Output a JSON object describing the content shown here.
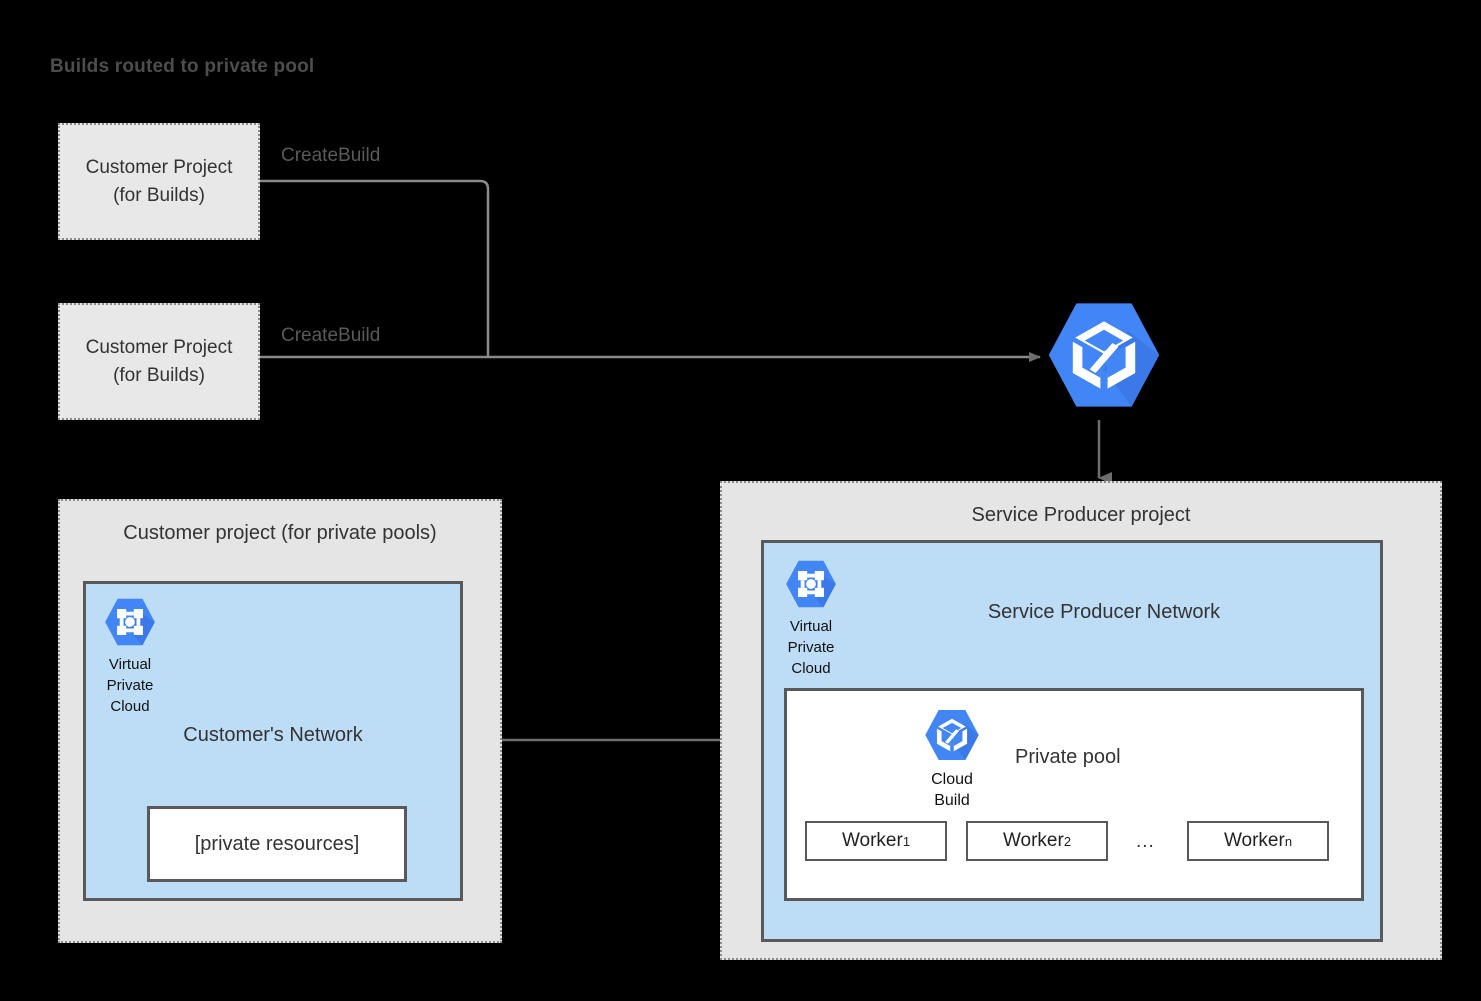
{
  "title": "Builds routed to private pool",
  "colors": {
    "background": "#000000",
    "panel_fill": "#e5e5e5",
    "box_fill": "#e8e8e8",
    "network_fill": "#bdddf7",
    "border_dark": "#595959",
    "border_dotted": "#8c8c8c",
    "google_blue": "#4285f4",
    "google_blue_dark": "#3367d6",
    "connector": "#808080",
    "text": "#333333",
    "title_text": "#4d4d4d"
  },
  "build_projects": [
    {
      "line1": "Customer Project",
      "line2": "(for Builds)",
      "edge_label": "CreateBuild"
    },
    {
      "line1": "Customer Project",
      "line2": "(for Builds)",
      "edge_label": "CreateBuild"
    }
  ],
  "cloud_build_service": {
    "icon": "cloud-build-icon"
  },
  "customer_pools_panel": {
    "title": "Customer project (for private pools)",
    "network_label": "Customer's Network",
    "vpc": {
      "icon": "virtual-private-cloud-icon",
      "line1": "Virtual",
      "line2": "Private",
      "line3": "Cloud"
    },
    "private_resources_label": "[private resources]"
  },
  "service_producer_panel": {
    "title": "Service Producer project",
    "network_label": "Service Producer Network",
    "vpc": {
      "icon": "virtual-private-cloud-icon",
      "line1": "Virtual",
      "line2": "Private",
      "line3": "Cloud"
    },
    "private_pool": {
      "label": "Private pool",
      "cloud_build": {
        "icon": "cloud-build-icon",
        "line1": "Cloud",
        "line2": "Build"
      },
      "ellipsis": "...",
      "workers": [
        {
          "name": "Worker",
          "subscript": "1"
        },
        {
          "name": "Worker",
          "subscript": "2"
        },
        {
          "name": "Worker",
          "subscript": "n"
        }
      ]
    }
  }
}
